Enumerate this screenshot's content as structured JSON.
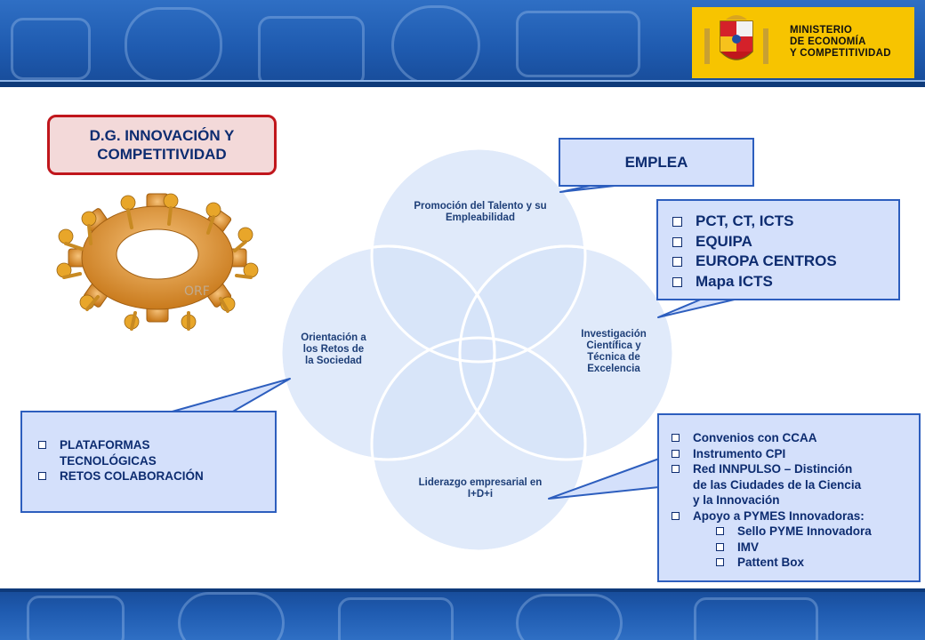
{
  "header": {
    "ministry_lines": [
      "MINISTERIO",
      "DE ECONOMÍA",
      "Y COMPETITIVIDAD"
    ],
    "banner_color": "#1f5bb0",
    "ministry_bg": "#f7c400"
  },
  "dg_title": {
    "line1": "D.G. INNOVACIÓN Y",
    "line2": "COMPETITIVIDAD"
  },
  "venn": {
    "top": [
      "Promoción del Talento y su",
      "Empleabilidad"
    ],
    "right": [
      "Investigación",
      "Científica y",
      "Técnica de",
      "Excelencia"
    ],
    "bottom": [
      "Liderazgo empresarial en",
      "I+D+i"
    ],
    "left": [
      "Orientación a",
      "los Retos de",
      "la Sociedad"
    ],
    "circle_color": "#d6e3f8",
    "overlap_color": "#bcd1f2"
  },
  "emplea": "EMPLEA",
  "pct_list": [
    "PCT, CT, ICTS",
    "EQUIPA",
    "EUROPA CENTROS",
    "Mapa ICTS"
  ],
  "plat_list": [
    "PLATAFORMAS",
    "TECNOLÓGICAS",
    "RETOS COLABORACIÓN"
  ],
  "conv_list": {
    "item1": "Convenios con CCAA",
    "item2": "Instrumento CPI",
    "item3_lines": [
      "Red INNPULSO – Distinción",
      "de las Ciudades de la Ciencia",
      "y la Innovación"
    ],
    "item4": "Apoyo a PYMES Innovadoras:",
    "sub1": "Sello PYME Innovadora",
    "sub2": "IMV",
    "sub3": "Pattent Box"
  },
  "colors": {
    "callout_fill": "#d4e0fb",
    "callout_border": "#2d5ebe",
    "text_navy": "#0d2c70",
    "dg_border": "#c0161c"
  }
}
